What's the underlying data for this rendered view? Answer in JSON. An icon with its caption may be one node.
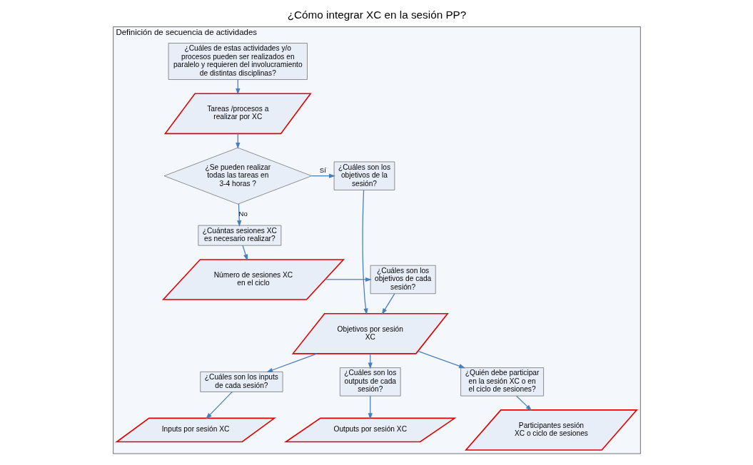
{
  "diagram": {
    "title": "¿Cómo integrar XC en la sesión PP?",
    "nodes": [
      {
        "text": [
          "Definición de secuencia de actividades"
        ]
      },
      {
        "text": [
          "¿Cuáles de estas actividades y/o procesos pueden ser realizados en paralelo y requieren del involucramiento de distintas disciplinas?"
        ],
        "in": 0
      },
      {
        "text": [
          "Tareas /procesos a realizar por XC"
        ],
        "in": 0
      },
      {
        "text": [
          "¿Se pueden realizar todas las tareas en 3-4 horas ?"
        ],
        "in": 0
      },
      {
        "text": [
          "¿Cuáles son los objetivos de la sesión?"
        ],
        "in": 0
      },
      {
        "text": [
          "¿Cuántas sesiones XC es necesario realizar?"
        ],
        "in": 0
      },
      {
        "text": [
          "Número de sesiones XC en el ciclo"
        ],
        "in": 0
      },
      {
        "text": [
          "¿Cuáles son los objetivos de cada sesión?"
        ],
        "in": 0
      },
      {
        "text": [
          "Objetivos por sesión XC"
        ],
        "in": 0
      },
      {
        "text": [
          "¿Cuáles son los inputs de cada sesión?"
        ],
        "in": 0
      },
      {
        "text": [
          "Inputs por sesión XC"
        ],
        "in": 0
      },
      {
        "text": [
          "¿Cuáles son los outputs de cada sesión?"
        ],
        "in": 0
      },
      {
        "text": [
          "Outputs por sesión XC"
        ],
        "in": 0
      },
      {
        "text": [
          "¿Quién debe participar en la sesión XC o en el ciclo de sesiones?"
        ],
        "in": 0
      },
      {
        "text": [
          "Participantes sesión XC o ciclo de sesiones"
        ],
        "in": 0
      }
    ],
    "edges": [
      {
        "from": 1,
        "to": 2,
        "arrow": "to"
      },
      {
        "from": 2,
        "to": 3,
        "arrow": "to"
      },
      {
        "from": 3,
        "to": 4,
        "arrow": "to",
        "label": "Sí"
      },
      {
        "from": 3,
        "to": 5,
        "arrow": "to",
        "label": "No"
      },
      {
        "from": 5,
        "to": 6,
        "arrow": "to"
      },
      {
        "from": 6,
        "to": 7,
        "arrow": "to"
      },
      {
        "from": 4,
        "to": 8,
        "arrow": "to"
      },
      {
        "from": 7,
        "to": 8,
        "arrow": "to"
      },
      {
        "from": 8,
        "to": 9,
        "arrow": "to"
      },
      {
        "from": 8,
        "to": 11,
        "arrow": "to"
      },
      {
        "from": 8,
        "to": 13,
        "arrow": "to"
      },
      {
        "from": 9,
        "to": 10,
        "arrow": "to"
      },
      {
        "from": 11,
        "to": 12,
        "arrow": "to"
      },
      {
        "from": 13,
        "to": 14,
        "arrow": "to"
      }
    ]
  }
}
